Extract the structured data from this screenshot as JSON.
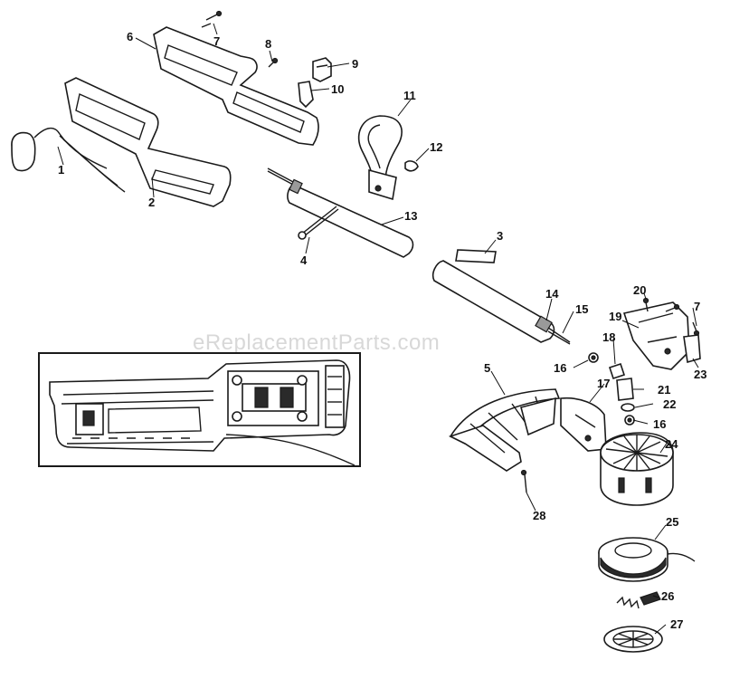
{
  "watermark": "eReplacementParts.com",
  "colors": {
    "ink": "#1a1a1a",
    "watermark": "#d8d8d8",
    "background": "#ffffff"
  },
  "parts": [
    {
      "id": "p1",
      "label": "1"
    },
    {
      "id": "p2",
      "label": "2"
    },
    {
      "id": "p3",
      "label": "3"
    },
    {
      "id": "p4",
      "label": "4"
    },
    {
      "id": "p5",
      "label": "5"
    },
    {
      "id": "p6",
      "label": "6"
    },
    {
      "id": "p7a",
      "label": "7"
    },
    {
      "id": "p7b",
      "label": "7"
    },
    {
      "id": "p8",
      "label": "8"
    },
    {
      "id": "p9",
      "label": "9"
    },
    {
      "id": "p10",
      "label": "10"
    },
    {
      "id": "p11",
      "label": "11"
    },
    {
      "id": "p12",
      "label": "12"
    },
    {
      "id": "p13",
      "label": "13"
    },
    {
      "id": "p14",
      "label": "14"
    },
    {
      "id": "p15",
      "label": "15"
    },
    {
      "id": "p16a",
      "label": "16"
    },
    {
      "id": "p16b",
      "label": "16"
    },
    {
      "id": "p17",
      "label": "17"
    },
    {
      "id": "p18",
      "label": "18"
    },
    {
      "id": "p19",
      "label": "19"
    },
    {
      "id": "p20",
      "label": "20"
    },
    {
      "id": "p21",
      "label": "21"
    },
    {
      "id": "p22",
      "label": "22"
    },
    {
      "id": "p23",
      "label": "23"
    },
    {
      "id": "p24",
      "label": "24"
    },
    {
      "id": "p25",
      "label": "25"
    },
    {
      "id": "p26",
      "label": "26"
    },
    {
      "id": "p27",
      "label": "27"
    },
    {
      "id": "p28",
      "label": "28"
    }
  ]
}
